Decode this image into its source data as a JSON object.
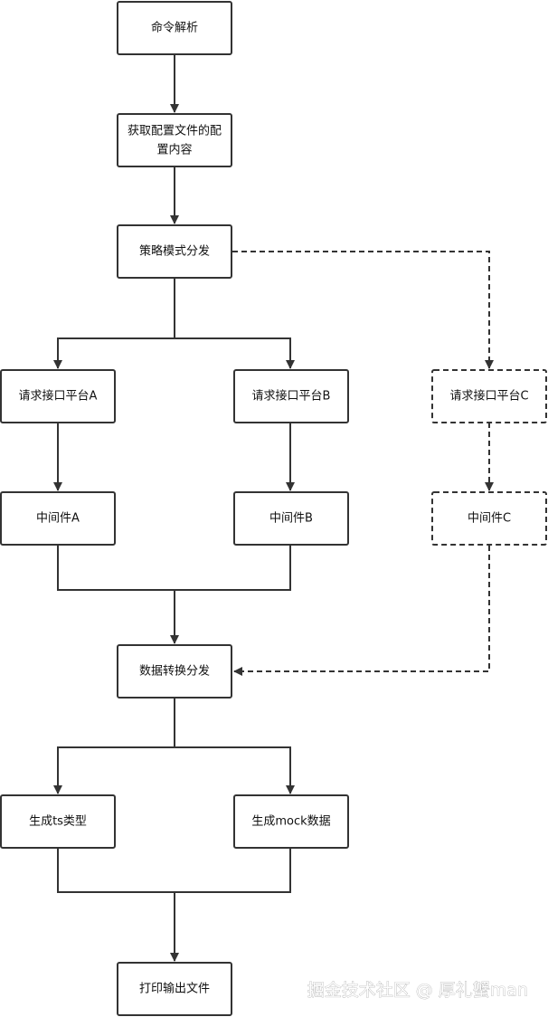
{
  "nodes": {
    "parse": "命令解析",
    "config_line1": "获取配置文件的配",
    "config_line2": "置内容",
    "strategy": "策略模式分发",
    "platform_a": "请求接口平台A",
    "platform_b": "请求接口平台B",
    "platform_c": "请求接口平台C",
    "middleware_a": "中间件A",
    "middleware_b": "中间件B",
    "middleware_c": "中间件C",
    "transform": "数据转换分发",
    "gen_ts": "生成ts类型",
    "gen_mock": "生成mock数据",
    "output": "打印输出文件"
  },
  "watermark": "掘金技术社区 @ 厚礼蟹man",
  "colors": {
    "stroke": "#333333",
    "text": "#111111",
    "background": "#ffffff"
  }
}
